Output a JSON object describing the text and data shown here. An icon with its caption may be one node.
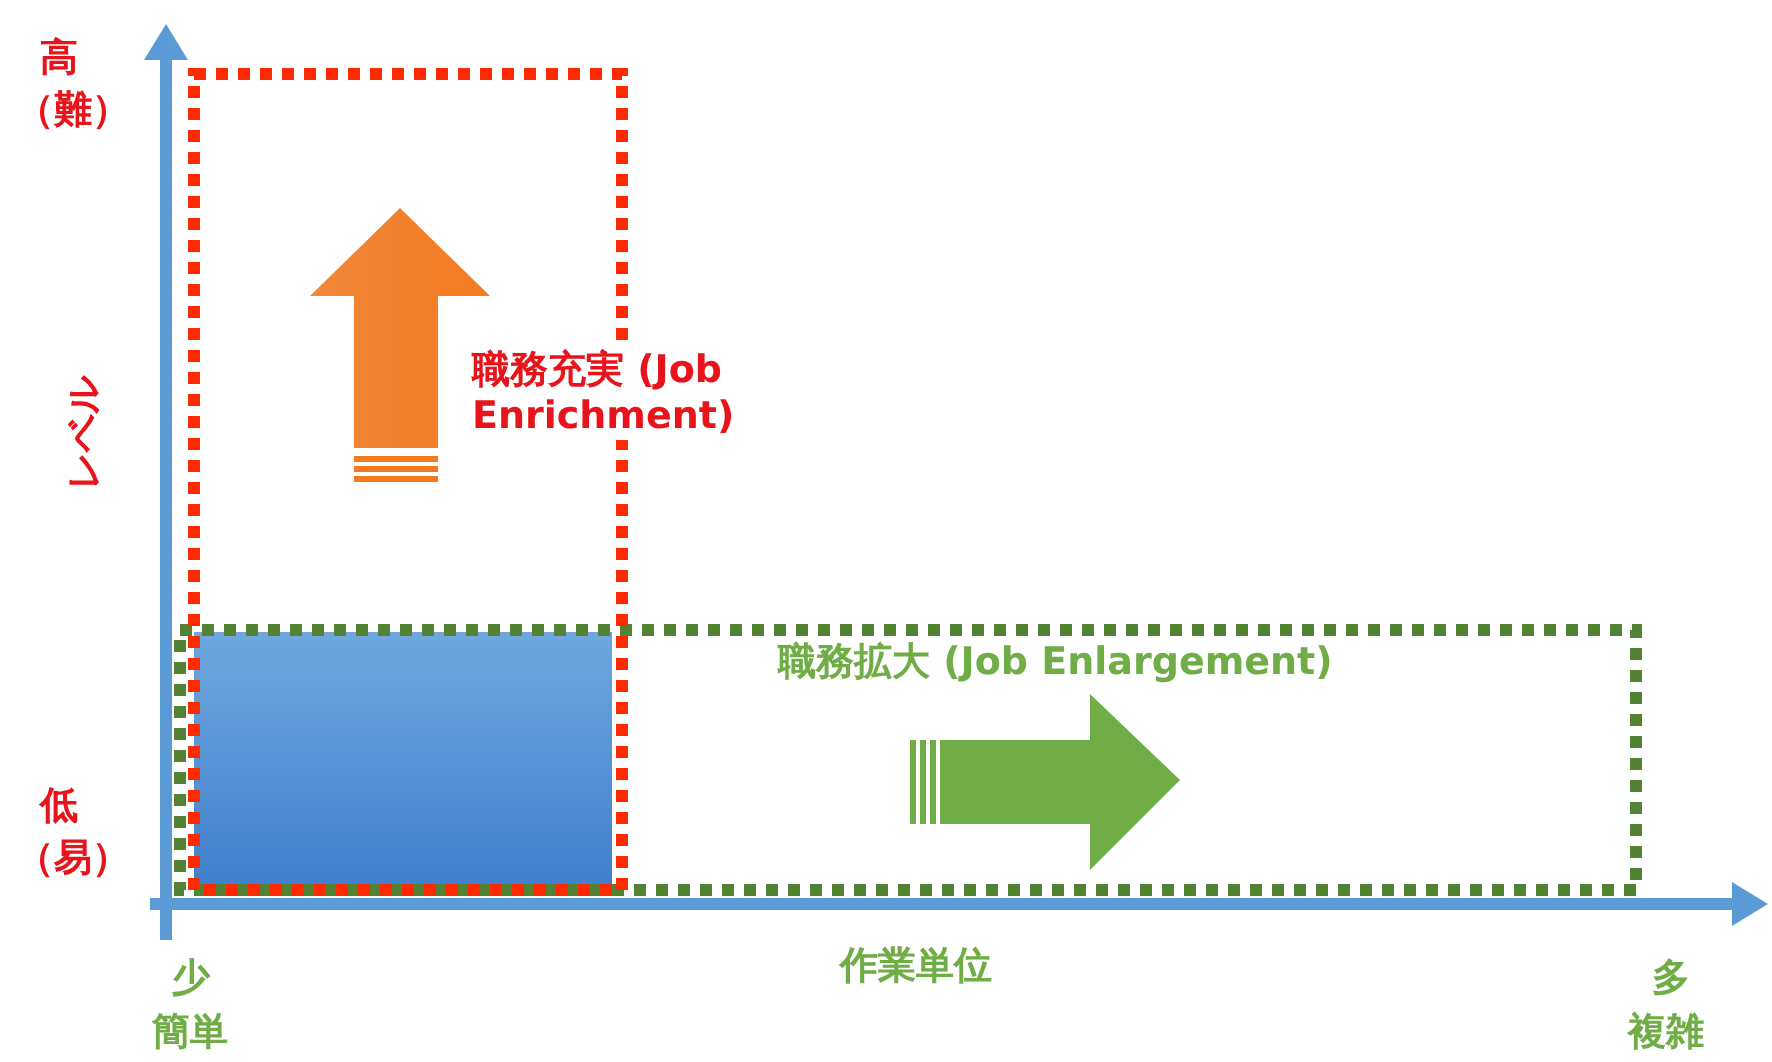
{
  "diagram": {
    "nodes": [
      {
        "text": [
          "職務充実 (Job Enrichment)"
        ]
      },
      {
        "text": [
          "職務拡大 (Job Enlargement)"
        ]
      },
      {
        "text": [],
        "shape": "box"
      }
    ],
    "labels": [
      "高",
      "（難）",
      "レベル",
      "低",
      "（易）",
      "少",
      "簡単",
      "作業単位",
      "多",
      "複雑"
    ]
  }
}
